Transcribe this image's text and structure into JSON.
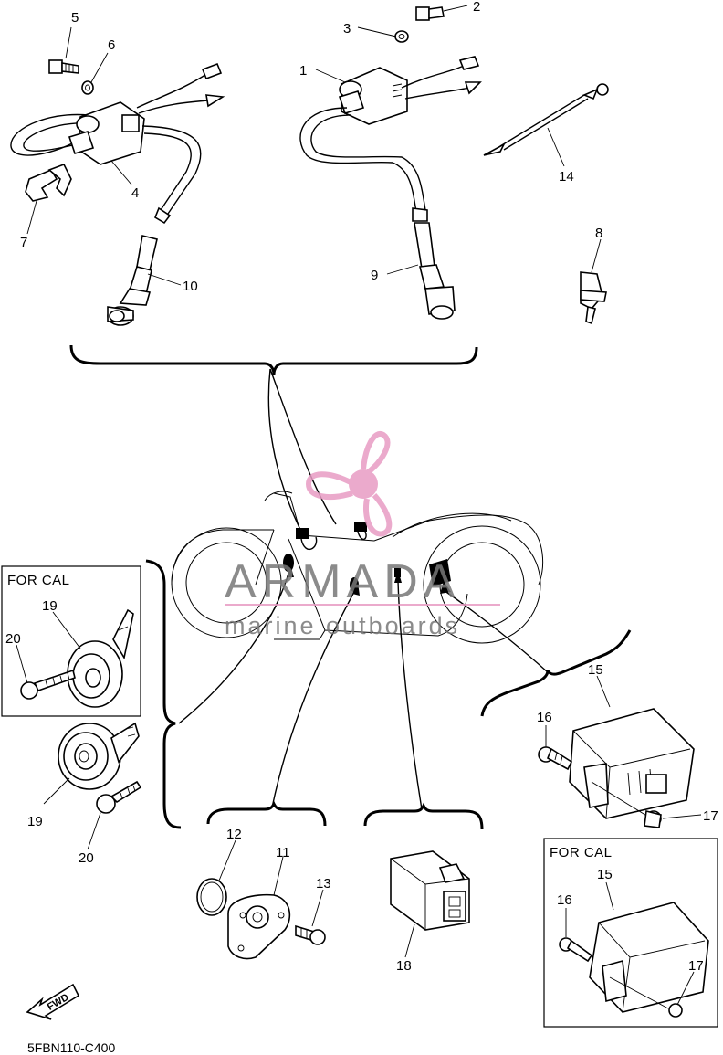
{
  "diagram_code": "5FBN110-C400",
  "fwd_label": "FWD",
  "watermark": {
    "brand": "ARMADA",
    "tagline": "marine outboards",
    "color": "#e89cc4"
  },
  "insets": {
    "horn": {
      "title": "FOR CAL",
      "labels": [
        "19",
        "20"
      ]
    },
    "rectifier": {
      "title": "FOR CAL",
      "labels": [
        "15",
        "16",
        "17"
      ]
    }
  },
  "part_labels": {
    "p1": "1",
    "p2": "2",
    "p3": "3",
    "p4": "4",
    "p5": "5",
    "p6": "6",
    "p7": "7",
    "p8": "8",
    "p9": "9",
    "p10": "10",
    "p11": "11",
    "p12": "12",
    "p13": "13",
    "p14": "14",
    "p15": "15",
    "p16": "16",
    "p17": "17",
    "p18": "18",
    "p19": "19",
    "p20": "20"
  }
}
